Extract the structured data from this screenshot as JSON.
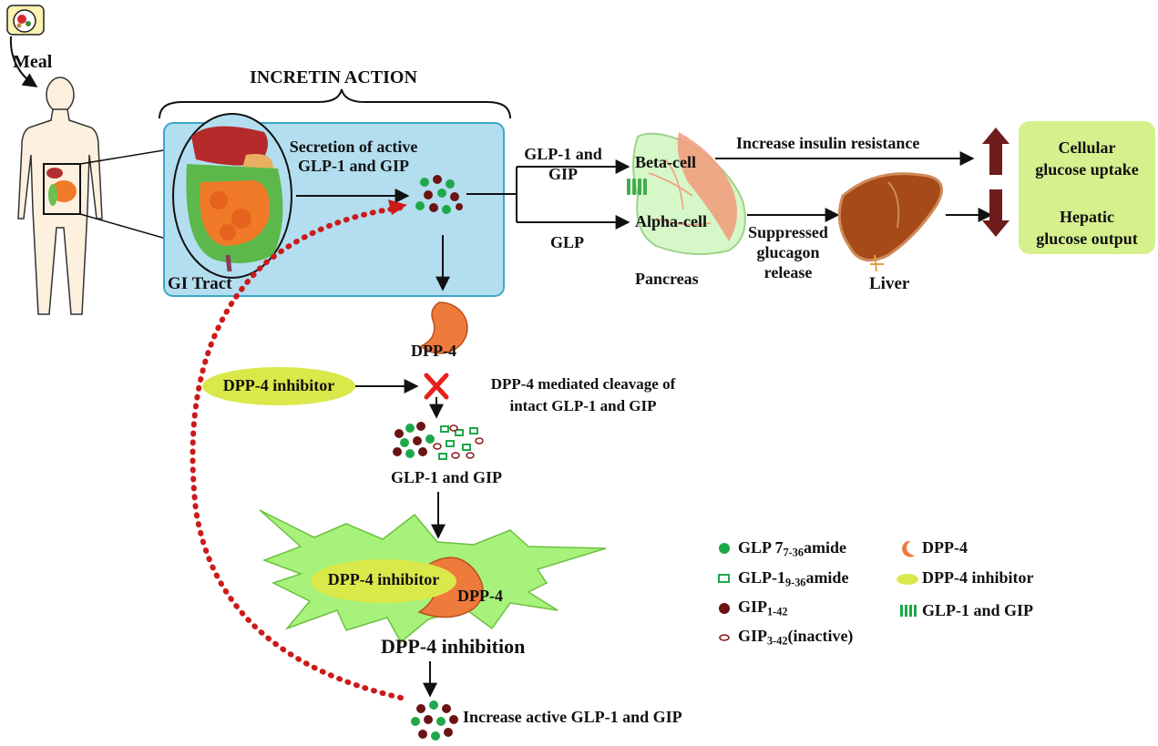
{
  "labels": {
    "meal": "Meal",
    "incretin_action": "INCRETIN ACTION",
    "secretion_line1": "Secretion of active",
    "secretion_line2": "GLP-1 and GIP",
    "gi_tract": "GI Tract",
    "glp1_and_line1": "GLP-1 and",
    "glp1_and_line2": "GIP",
    "glp": "GLP",
    "beta_cell": "Beta-cell",
    "alpha_cell": "Alpha-cell",
    "pancreas": "Pancreas",
    "increase_insulin_resistance": "Increase insulin resistance",
    "suppressed_line1": "Suppressed",
    "suppressed_line2": "glucagon",
    "suppressed_line3": "release",
    "liver": "Liver",
    "cellular_line1": "Cellular",
    "cellular_line2": "glucose uptake",
    "hepatic_line1": "Hepatic",
    "hepatic_line2": "glucose output",
    "dpp4_enzyme": "DPP-4",
    "dpp4_inhibitor_top": "DPP-4 inhibitor",
    "cleavage_line1": "DPP-4 mediated cleavage of",
    "cleavage_line2": "intact GLP-1 and GIP",
    "glp1_and_gip_mid": "GLP-1 and GIP",
    "dpp4_inhibitor_cell": "DPP-4 inhibitor",
    "dpp4_cell": "DPP-4",
    "dpp4_inhibition": "DPP-4 inhibition",
    "increase_active": "Increase active GLP-1 and GIP"
  },
  "legend": {
    "glp_active_pre": "GLP 7",
    "glp_active_sub": "7-36",
    "glp_active_post": "amide",
    "glp_inactive_pre": "GLP-1",
    "glp_inactive_sub": "9-36",
    "glp_inactive_post": "amide",
    "gip_active_pre": "GIP",
    "gip_active_sub": "1-42",
    "gip_inactive_pre": "GIP",
    "gip_inactive_sub": "3-42",
    "gip_inactive_post": "(inactive)",
    "dpp4": "DPP-4",
    "dpp4_inhibitor": "DPP-4 inhibitor",
    "glp1_gip_receptor": "GLP-1 and GIP"
  },
  "colors": {
    "gi_box_fill": "#b3def0",
    "gi_box_border": "#3aa8c8",
    "result_box": "#d6f08e",
    "inhibitor_ellipse": "#dbe84a",
    "green_particle": "#1fa84a",
    "maroon_particle": "#6b1414",
    "dpp4_orange": "#ee7a3c",
    "red_dots": "#cc1a1a",
    "cell_green": "#a7f27a",
    "up_down_arrow": "#6e1c1c"
  }
}
